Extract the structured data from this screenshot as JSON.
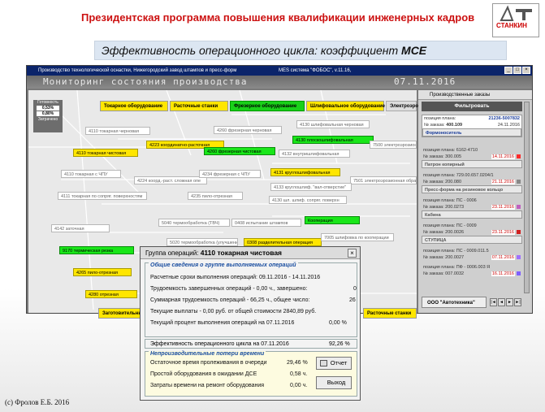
{
  "header": {
    "title": "Президентская программа повышения квалификации инженерных кадров",
    "logo_text": "СТАНКИН",
    "subtitle_prefix": "Эффективность операционного цикла:   коэффициент ",
    "subtitle_bold": "MCE"
  },
  "window": {
    "title": "Производство технологической оснастки, Нижегородский завод штампов и пресс-форм",
    "mes_label": "MES система \"ФОБОС\", v.11.16,",
    "monitor_title": "Мониторинг состояния производства",
    "monitor_date": "07.11.2016",
    "gauge": {
      "label_top": "Готовность",
      "v1": "0,53%",
      "v2": "0,80%",
      "label_bottom": "Затрачено"
    }
  },
  "categories": [
    {
      "label": "Токарное оборудование"
    },
    {
      "label": "Расточные станки"
    },
    {
      "label": "Фрезерное оборудование"
    },
    {
      "label": "Шлифовальное оборудование"
    },
    {
      "label": "Электроэрозионное"
    }
  ],
  "nodes": {
    "n1": "4110 токарная черновая",
    "n2": "4223 координатно-расточная",
    "n3": "4110 токарная чистовая",
    "n4": "4260 фрезерная черновая",
    "n5": "4260 фрезерная чистовая",
    "n6": "4130 шлифовальная черновая",
    "n7": "4130 плоскошлифовальная",
    "n8": "4132 внутришлифовальная",
    "n9": "7500 электроэрозион",
    "n10": "4110 токарная с ЧПУ",
    "n11": "4224 коорд.-раст. сложная опе",
    "n12": "4234 фрезерная с ЧПУ",
    "n13": "4131 круглошлифовальная",
    "n14": "7501 электроэрозионная обраб",
    "n15": "4133 круглошлиф. \"вал-отверстие\"",
    "n16": "4111 токарная по сопряг. поверхностям",
    "n17": "4235 пило-отрезная",
    "n18": "4130 шл. шлиф. сопряг. поверхн",
    "n19": "4142 заточная",
    "n20": "5040 термообработка (ТВЧ)",
    "n21": "0408 испытание штампов",
    "n22": "Кооперация",
    "n23": "9170 термическая резка",
    "n24": "5020 термообработка (улучшение)",
    "n25": "0308 разделительная операция",
    "n26": "7005 шлифовка по кооперации",
    "n27": "4265 пило-отрезная",
    "n28": "4280 отрезная",
    "n29": "Заготовительные",
    "n30": "Расточные станки"
  },
  "right_panel": {
    "tab": "Производственные заказы",
    "filter": "Фильтровать",
    "plan_label": "позиция плана:",
    "plan_value": "21236-5007832",
    "order_label": "№ заказа:",
    "order_value": "400.109",
    "order_date": "24.11.2016",
    "item_name": "Формоноситель",
    "orders": [
      {
        "pos": "позиция плана: 6162-4710",
        "num": "№ заказа: 300.005",
        "date": "14.11.2016",
        "name": "Патрон копирный",
        "color": "#ff2a2a"
      },
      {
        "pos": "позиция плана: 729.00.657.0204/1",
        "num": "№ заказа: 200.080",
        "date": "21.11.2016",
        "name": "Пресс-форма на резиновое кольцо",
        "color": "#888888"
      },
      {
        "pos": "позиция плана: ПС - 0006",
        "num": "№ заказа: 200.0273",
        "date": "23.11.2016",
        "name": "Кабина",
        "color": "#c060c0"
      },
      {
        "pos": "позиция плана: ПС - 0009",
        "num": "№ заказа: 200.0026",
        "date": "23.11.2016",
        "name": "СТУПИЦА",
        "color": "#d02020"
      },
      {
        "pos": "позиция плана: ПС - 0009.011.5",
        "num": "№ заказа: 200.0027",
        "date": "07.11.2016",
        "name": "",
        "color": "#a070ff"
      },
      {
        "pos": "позиция плана: ПФ - 0006.003 Я",
        "num": "№ заказа: 007.0032",
        "date": "16.11.2016",
        "name": "",
        "color": "#8060ff"
      }
    ],
    "customer": "ООО \"Автотехника\"",
    "nav": [
      "|◄",
      "◄",
      "►",
      "►|"
    ]
  },
  "dialog": {
    "title_prefix": "Группа операций:",
    "title_value": "4110 токарная чистовая",
    "group1_title": "Общие сведения о группе выполняемых операций",
    "lines": [
      {
        "label": "Расчетные сроки выполнения операций:",
        "value": "09.11.2016 - 14.11.2016"
      },
      {
        "label": "Трудоемкость завершенных операций -",
        "value": "0,00 ч.,   завершено:",
        "extra": "0"
      },
      {
        "label": "Суммарная трудоемкость операций -",
        "value": "66,25 ч., общее число:",
        "extra": "26"
      },
      {
        "label": "Текущие выплаты -",
        "value": "0,00 руб.  от общей стоимости",
        "extra": "2840,89 руб."
      },
      {
        "label": "Текущий процент выполнения операций на 07.11.2016",
        "value": "0,00 %",
        "extra": ""
      }
    ],
    "efficiency_label": "Эффективность  операционного цикла  на   07.11.2016",
    "efficiency_value": "92,26 %",
    "group2_title": "Непроизводительные потери времени",
    "losses": [
      {
        "label": "Остаточное время пролеживания в очереди",
        "value": "29,46 %"
      },
      {
        "label": "Простой оборудования в ожидании  ДСЕ",
        "value": "0,58 ч."
      },
      {
        "label": "Затраты времени на ремонт оборудования",
        "value": "0,00 ч."
      }
    ],
    "report_button": "Отчет",
    "exit_button": "Выход"
  },
  "footer": {
    "copyright": "(с) Фролов  Е.Б. 2016"
  }
}
